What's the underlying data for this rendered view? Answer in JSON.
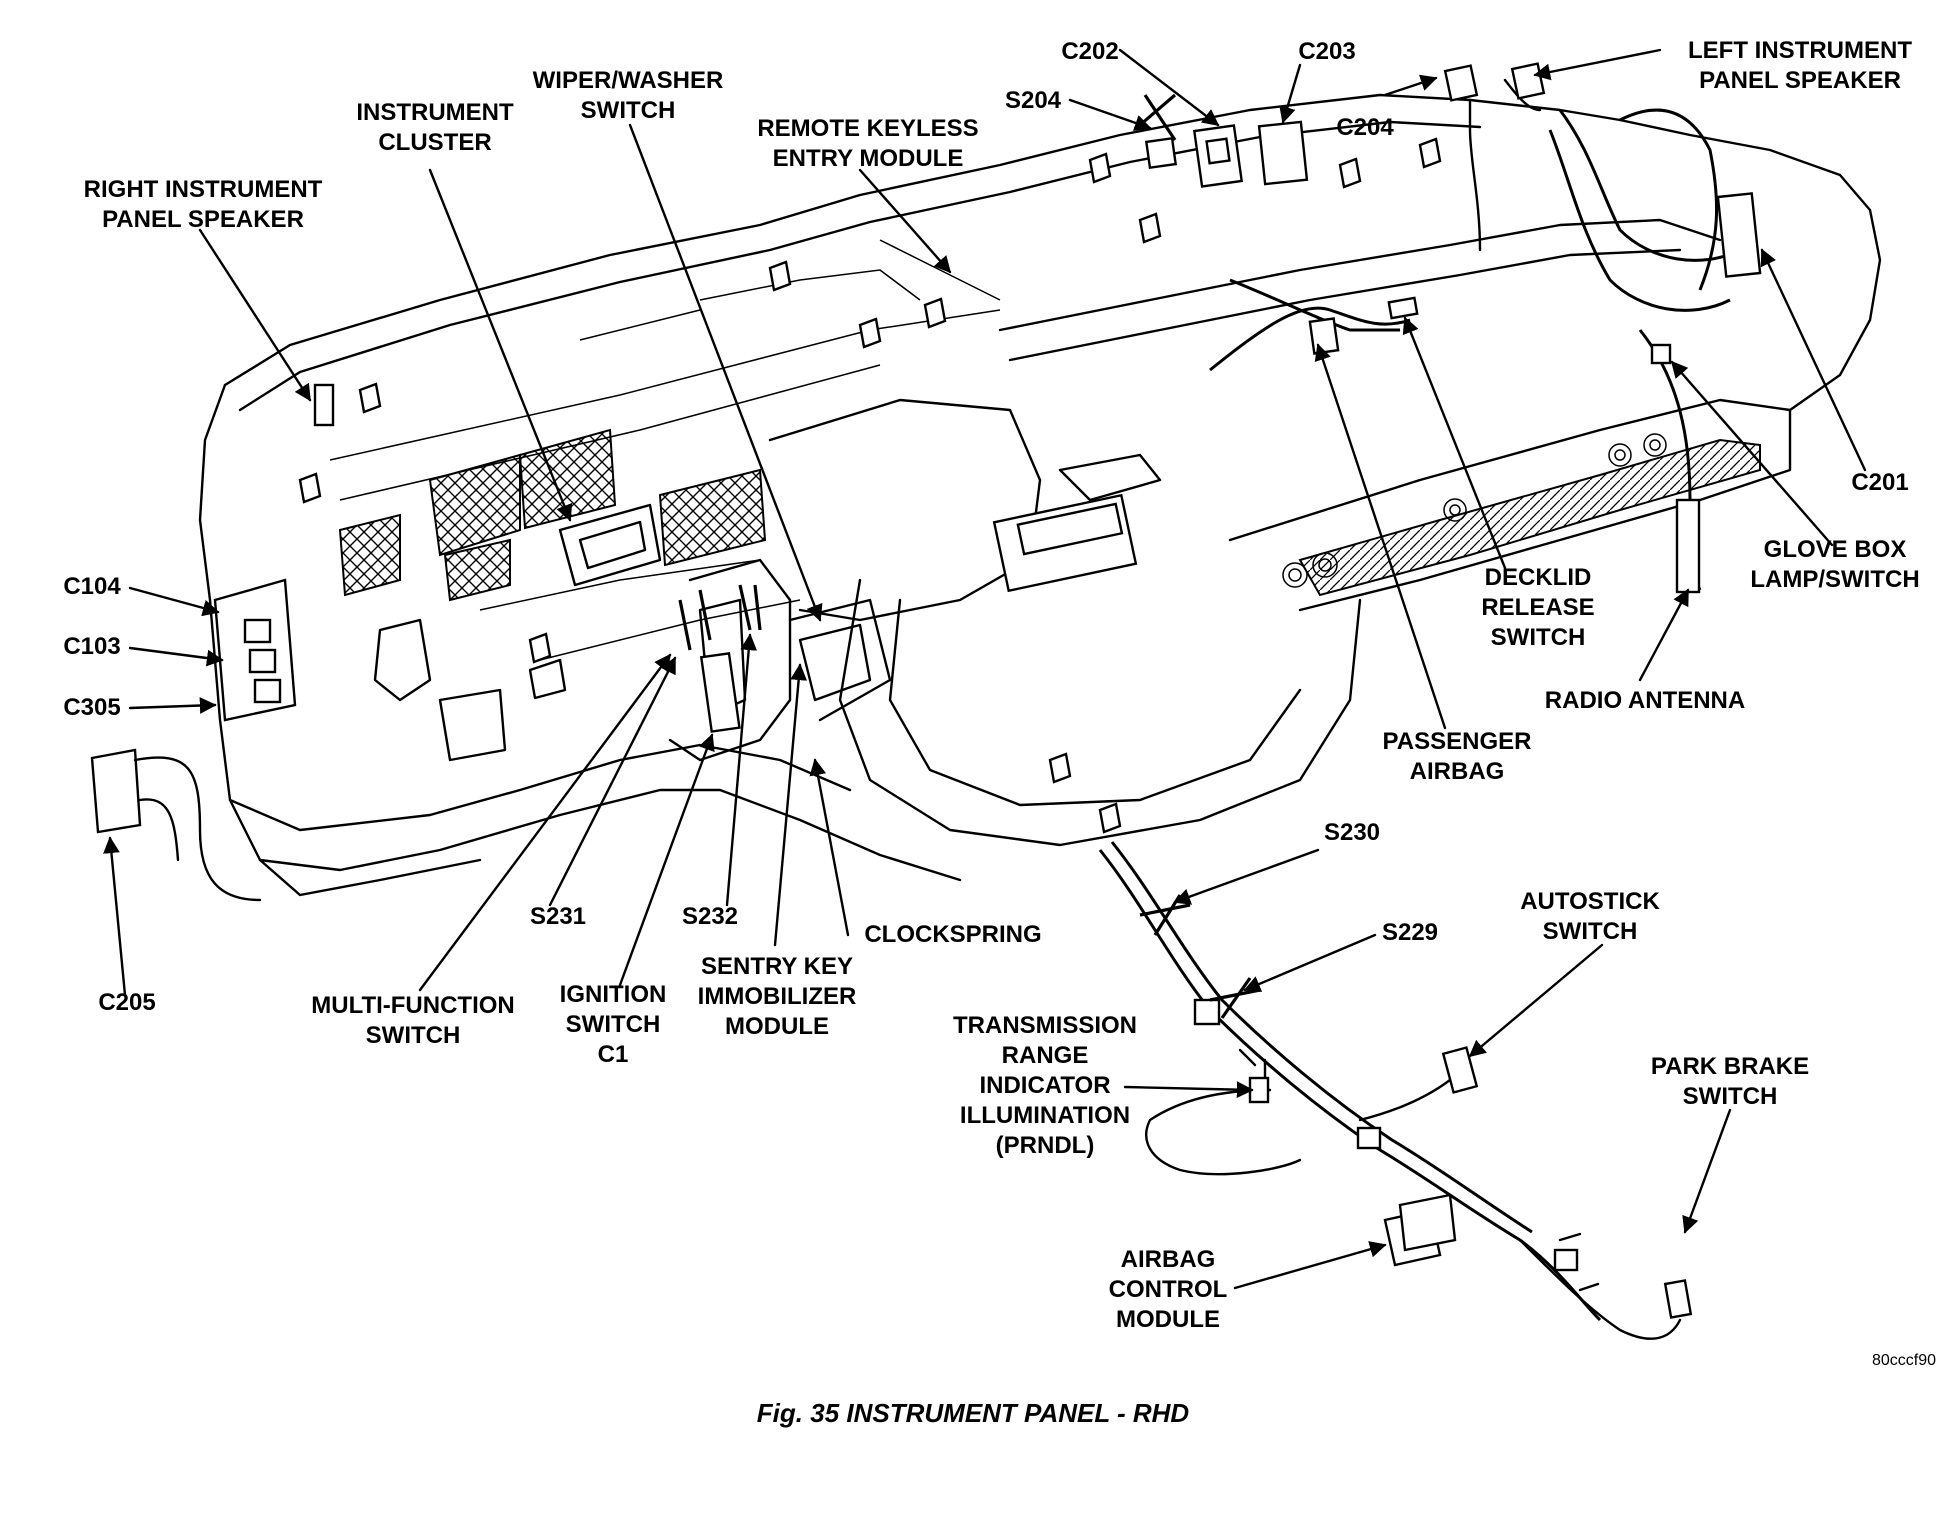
{
  "figure": {
    "caption": "Fig. 35 INSTRUMENT PANEL - RHD",
    "image_code": "80cccf90"
  },
  "labels": {
    "right_speaker": [
      "RIGHT INSTRUMENT",
      "PANEL SPEAKER"
    ],
    "instrument_cluster": [
      "INSTRUMENT",
      "CLUSTER"
    ],
    "wiper_washer": [
      "WIPER/WASHER",
      "SWITCH"
    ],
    "remote_keyless": [
      "REMOTE KEYLESS",
      "ENTRY MODULE"
    ],
    "s204": "S204",
    "c202": "C202",
    "c203": "C203",
    "c204": "C204",
    "left_speaker": [
      "LEFT INSTRUMENT",
      "PANEL SPEAKER"
    ],
    "c201": "C201",
    "glove_box": [
      "GLOVE BOX",
      "LAMP/SWITCH"
    ],
    "decklid": [
      "DECKLID",
      "RELEASE",
      "SWITCH"
    ],
    "radio_antenna": "RADIO ANTENNA",
    "passenger_airbag": [
      "PASSENGER",
      "AIRBAG"
    ],
    "c104": "C104",
    "c103": "C103",
    "c305": "C305",
    "c205": "C205",
    "s231": "S231",
    "s232": "S232",
    "clockspring": "CLOCKSPRING",
    "multi_function": [
      "MULTI-FUNCTION",
      "SWITCH"
    ],
    "ignition_switch": [
      "IGNITION",
      "SWITCH",
      "C1"
    ],
    "sentry_key": [
      "SENTRY KEY",
      "IMMOBILIZER",
      "MODULE"
    ],
    "s230": "S230",
    "s229": "S229",
    "autostick": [
      "AUTOSTICK",
      "SWITCH"
    ],
    "transmission_range": [
      "TRANSMISSION",
      "RANGE",
      "INDICATOR",
      "ILLUMINATION",
      "(PRNDL)"
    ],
    "park_brake": [
      "PARK BRAKE",
      "SWITCH"
    ],
    "airbag_control": [
      "AIRBAG",
      "CONTROL",
      "MODULE"
    ]
  }
}
